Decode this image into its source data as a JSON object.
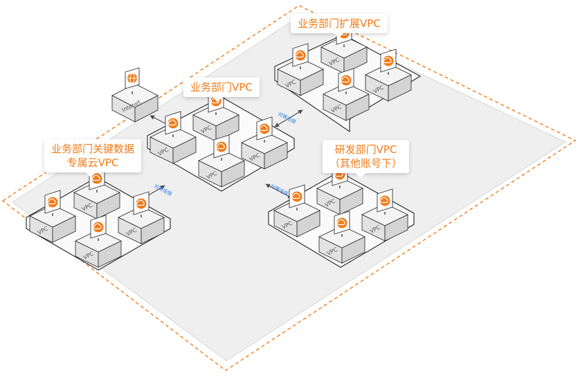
{
  "colors": {
    "accent": "#f07b1a",
    "link": "#2b7de9",
    "platform": "#efefef",
    "zone_fill": "#fdfdfd",
    "box_top": "#f4f4f4",
    "box_left": "#e2e2e2",
    "box_right": "#d4d4d4"
  },
  "callouts": {
    "business_vpc": "业务部门VPC",
    "business_ext_vpc": "业务部门扩展VPC",
    "dedicated_cloud_line1": "业务部门关键数据",
    "dedicated_cloud_line2": "专属云VPC",
    "rnd_vpc_line1": "研发部门VPC",
    "rnd_vpc_line2": "（其他账号下）"
  },
  "internet_label": "Intenet",
  "vpc_label": "VPC",
  "link_label": "对等连接",
  "icons": {
    "vpc_cloud": "cloud-icon",
    "internet": "globe-icon"
  }
}
